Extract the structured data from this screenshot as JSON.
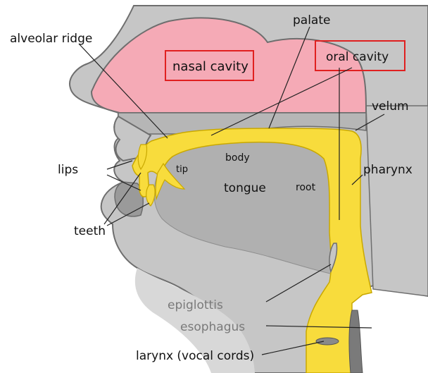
{
  "labels": {
    "alveolar_ridge": "alveolar ridge",
    "palate": "palate",
    "nasal_cavity": "nasal cavity",
    "oral_cavity": "oral cavity",
    "velum": "velum",
    "lips": "lips",
    "teeth": "teeth",
    "tip": "tip",
    "body": "body",
    "tongue": "tongue",
    "root": "root",
    "pharynx": "pharynx",
    "epiglottis": "epiglottis",
    "esophagus": "esophagus",
    "larynx": "larynx (vocal cords)"
  },
  "colors": {
    "tissue_gray": "#c6c6c6",
    "dark_gray": "#8e8e8e",
    "outline": "#6e6e6e",
    "nasal_pink": "#f5aab6",
    "tract_yellow": "#f8dc3c",
    "highlight_box": "#e02020"
  }
}
